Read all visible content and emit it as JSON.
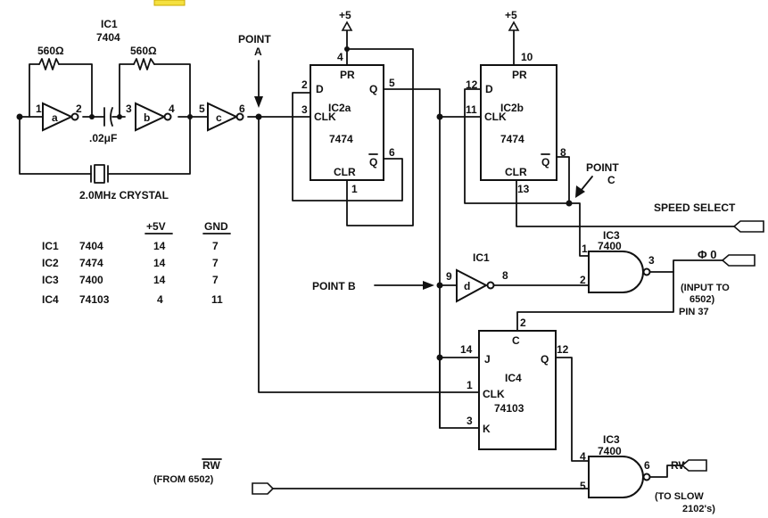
{
  "header": {
    "ic1_ref": "IC1",
    "ic1_part": "7404"
  },
  "components": {
    "resistor1": "560Ω",
    "resistor2": "560Ω",
    "capacitor": ".02μF",
    "crystal": "2.0MHz CRYSTAL"
  },
  "gates": {
    "a": "a",
    "b": "b",
    "c": "c",
    "d": "d"
  },
  "pins": {
    "a_in": "1",
    "a_out": "2",
    "b_in": "3",
    "b_out": "4",
    "c_in": "5",
    "c_out": "6",
    "d_in": "9",
    "d_out": "8",
    "ic2a_d": "2",
    "ic2a_clk": "3",
    "ic2a_pr": "4",
    "ic2a_q": "5",
    "ic2a_qbar": "6",
    "ic2a_clr": "1",
    "ic2b_d": "12",
    "ic2b_clk": "11",
    "ic2b_pr": "10",
    "ic2b_qbar": "8",
    "ic2b_clr": "13",
    "ic3a_in1": "1",
    "ic3a_in2": "2",
    "ic3a_out": "3",
    "ic4_c": "2",
    "ic4_j": "14",
    "ic4_clk": "1",
    "ic4_k": "3",
    "ic4_q": "12",
    "ic3b_in1": "4",
    "ic3b_in2": "5",
    "ic3b_out": "6"
  },
  "power": {
    "vcc1": "+5",
    "vcc2": "+5"
  },
  "ic2a": {
    "name": "IC2a",
    "part": "7474",
    "d": "D",
    "clk": "CLK",
    "pr": "PR",
    "q": "Q",
    "qbar": "Q",
    "clr": "CLR"
  },
  "ic2b": {
    "name": "IC2b",
    "part": "7474",
    "d": "D",
    "clk": "CLK",
    "pr": "PR",
    "q": "",
    "qbar": "Q",
    "clr": "CLR"
  },
  "ic3a": {
    "ref": "IC3",
    "part": "7400"
  },
  "ic1d": {
    "ref": "IC1"
  },
  "ic4": {
    "name": "IC4",
    "part": "74103",
    "c": "C",
    "j": "J",
    "clk": "CLK",
    "k": "K",
    "q": "Q"
  },
  "ic3b": {
    "ref": "IC3",
    "part": "7400"
  },
  "points": {
    "a1": "POINT",
    "a2": "A",
    "b": "POINT B",
    "c1": "POINT",
    "c2": "C"
  },
  "signals": {
    "speed_select": "SPEED SELECT",
    "phi0": "Φ 0",
    "phi0_note1": "(INPUT TO",
    "phi0_note2": "6502)",
    "phi0_note3": "PIN 37",
    "rw_in": "RW",
    "rw_in_note": "(FROM 6502)",
    "rw_out": "RW",
    "rw_out_note1": "(TO SLOW",
    "rw_out_note2": "2102's)"
  },
  "power_table": {
    "headers": [
      "",
      "",
      "+5V",
      "GND"
    ],
    "rows": [
      [
        "IC1",
        "7404",
        "14",
        "7"
      ],
      [
        "IC2",
        "7474",
        "14",
        "7"
      ],
      [
        "IC3",
        "7400",
        "14",
        "7"
      ],
      [
        "IC4",
        "74103",
        "4",
        "11"
      ]
    ]
  }
}
